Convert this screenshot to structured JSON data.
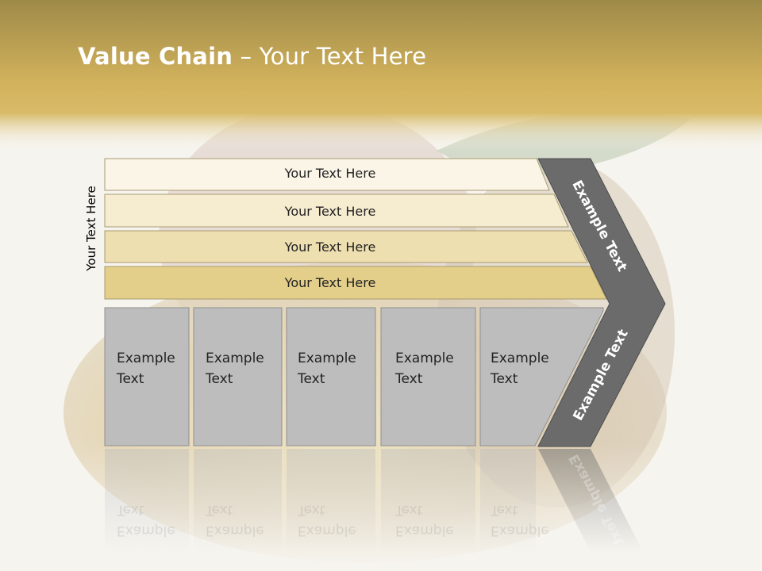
{
  "slide": {
    "title_bold": "Value Chain",
    "title_rest": " – Your Text Here",
    "vertical_label": "Your Text Here"
  },
  "rows": [
    {
      "label": "Your Text Here",
      "fill": "#fbf5e8"
    },
    {
      "label": "Your Text Here",
      "fill": "#f6ecd0"
    },
    {
      "label": "Your Text Here",
      "fill": "#eedfb0"
    },
    {
      "label": "Your Text Here",
      "fill": "#e3cf8a"
    }
  ],
  "boxes": [
    {
      "label": "Example\nText"
    },
    {
      "label": "Example\nText"
    },
    {
      "label": "Example\nText"
    },
    {
      "label": "Example\nText"
    },
    {
      "label": "Example\nText"
    }
  ],
  "chevron": {
    "top_label": "Example Text",
    "bottom_label": "Example Text",
    "fill": "#6b6b6b"
  },
  "colors": {
    "header_top": "#9e8a4a",
    "header_bottom": "#d8b862",
    "box_fill": "#bdbdbd"
  }
}
